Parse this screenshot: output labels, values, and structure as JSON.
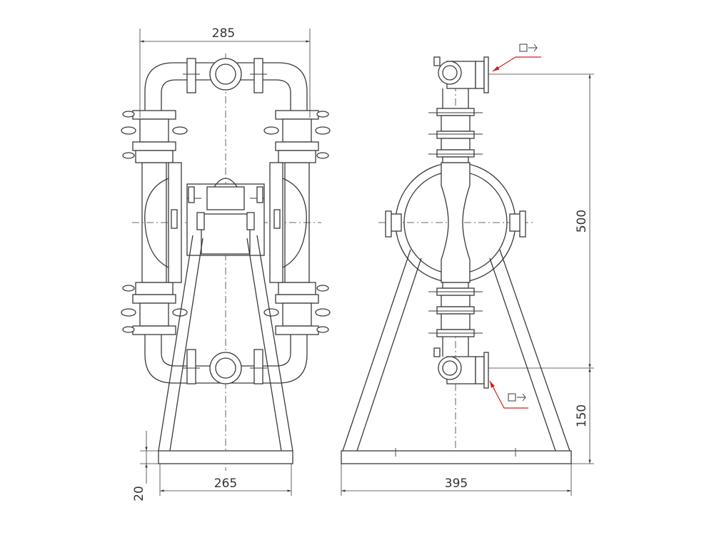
{
  "dimensions": {
    "front_width": "285",
    "front_base_width": "265",
    "front_base_height": "20",
    "side_base_width": "395",
    "side_height": "500",
    "side_outlet_height": "150"
  },
  "colors": {
    "line": "#3a3a3a",
    "arrow": "#d21f1f"
  }
}
